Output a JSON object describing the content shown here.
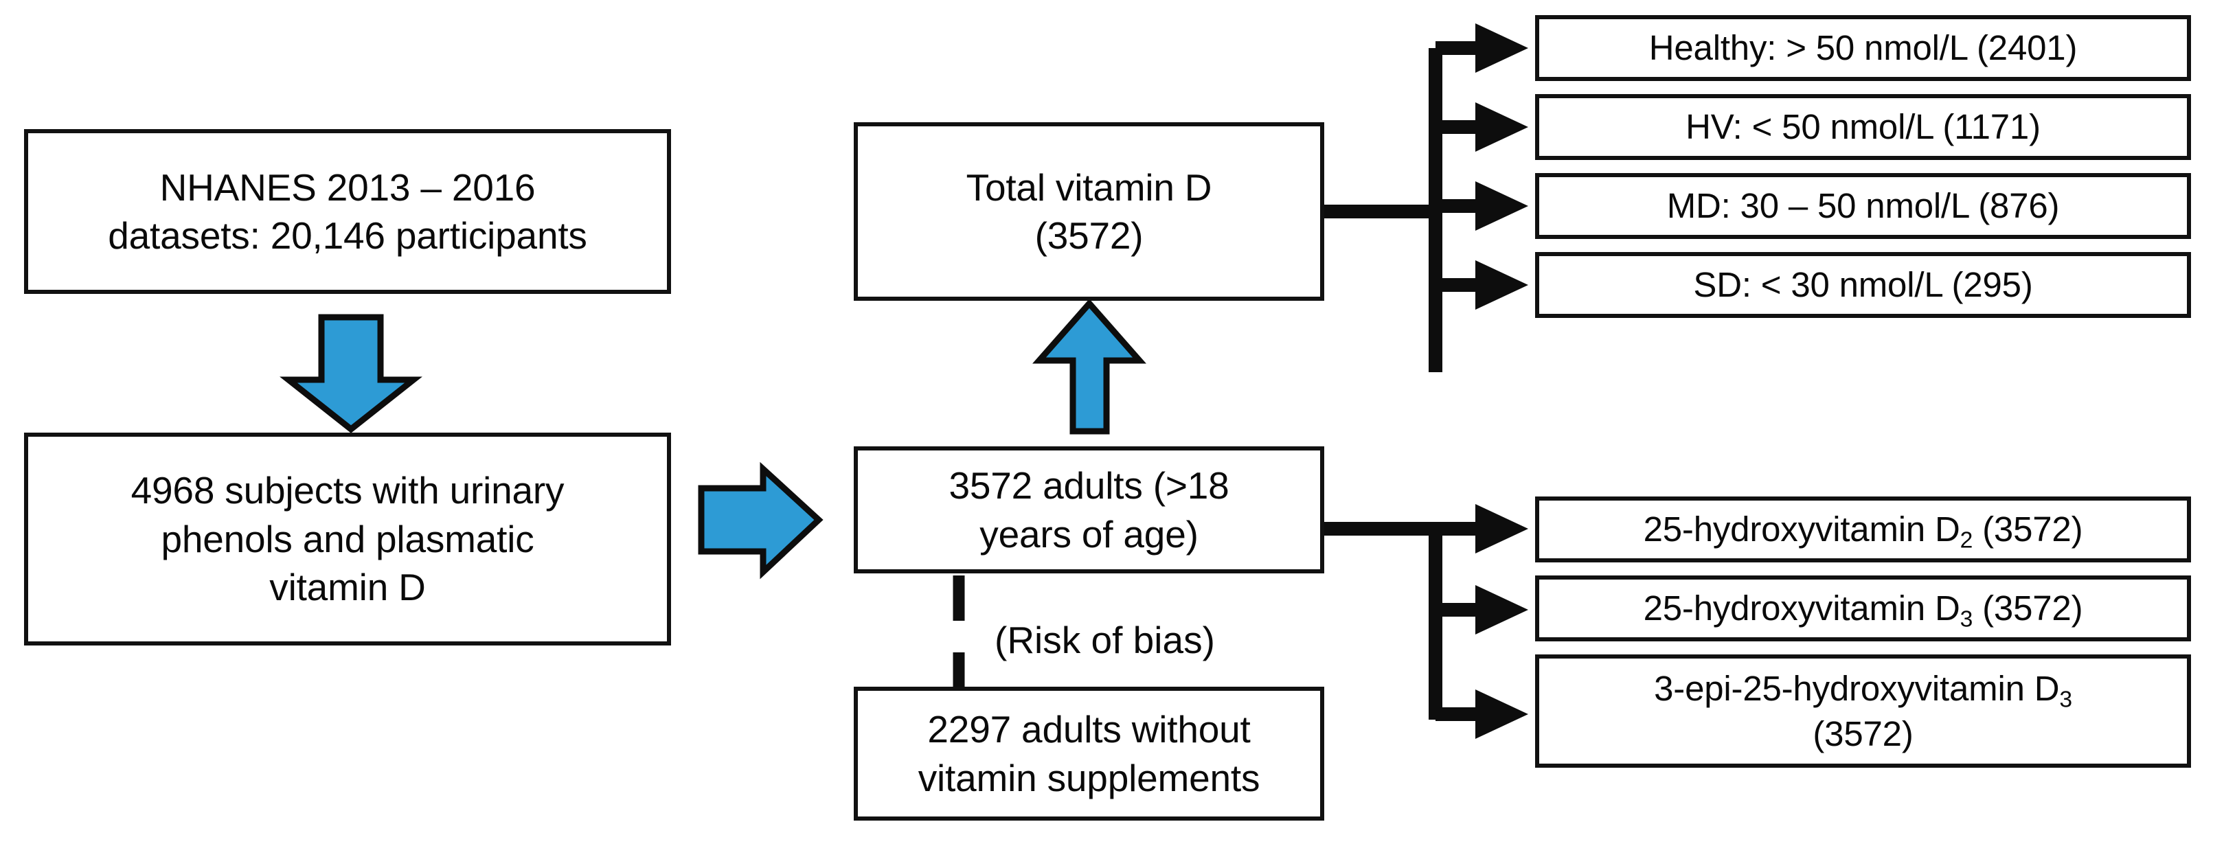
{
  "diagram": {
    "title": "NHANES vitamin D study participant flow",
    "accent_blue": "#2d9bd5",
    "line_color": "#111111",
    "background": "#ffffff"
  },
  "nodes": {
    "nhanes": {
      "line1": "NHANES 2013 – 2016",
      "line2": "datasets: 20,146 participants",
      "count": "20,146"
    },
    "subjects": {
      "line1": "4968 subjects with urinary",
      "line2": "phenols and plasmatic",
      "line3": "vitamin D",
      "count": "4968"
    },
    "total_vitamin_d": {
      "line1": "Total vitamin D",
      "line2": "(3572)",
      "count": "3572"
    },
    "adults": {
      "line1": "3572 adults (>18",
      "line2": "years of age)",
      "count": "3572"
    },
    "no_supplements": {
      "line1": "2297 adults without",
      "line2": "vitamin supplements",
      "count": "2297"
    },
    "healthy": {
      "label": "Healthy: > 50 nmol/L (2401)",
      "count": "2401",
      "threshold": "> 50 nmol/L"
    },
    "hv": {
      "label": "HV: < 50 nmol/L (1171)",
      "count": "1171",
      "threshold": "< 50 nmol/L"
    },
    "md": {
      "label": "MD: 30 – 50 nmol/L (876)",
      "count": "876",
      "threshold": "30 – 50 nmol/L"
    },
    "sd": {
      "label": "SD: < 30 nmol/L (295)",
      "count": "295",
      "threshold": "< 30 nmol/L"
    },
    "d2": {
      "prefix": "25-hydroxyvitamin D",
      "sub": "2",
      "suffix": " (3572)",
      "count": "3572"
    },
    "d3": {
      "prefix": "25-hydroxyvitamin D",
      "sub": "3",
      "suffix": " (3572)",
      "count": "3572"
    },
    "epi_d3": {
      "prefix": "3-epi-25-hydroxyvitamin D",
      "sub": "3",
      "suffix": "",
      "line2": "(3572)",
      "count": "3572"
    }
  },
  "labels": {
    "risk_of_bias": "(Risk of bias)"
  },
  "connectors": {
    "nhanes_to_subjects": "blue-down-arrow",
    "subjects_to_adults": "blue-right-arrow",
    "adults_to_total": "blue-up-arrow",
    "adults_to_nosupplements": "black-dashed-line",
    "total_to_status_group": "black-branch-arrows",
    "adults_to_metabolites_group": "black-branch-arrows"
  }
}
